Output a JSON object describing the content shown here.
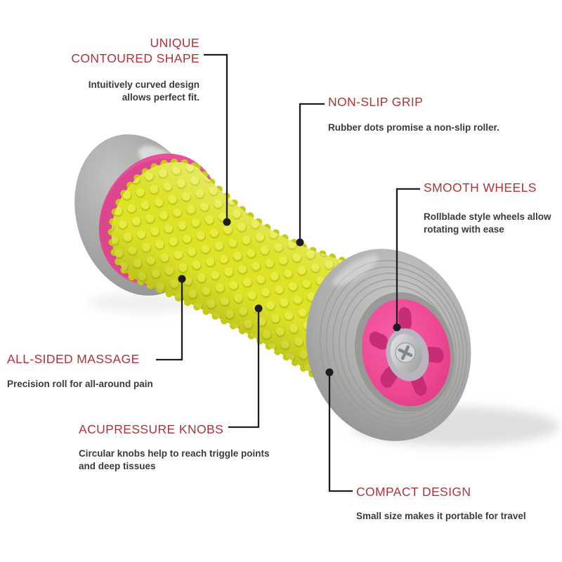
{
  "colors": {
    "heading_red": "#b13238",
    "text_gray": "#3b3b3b",
    "line_black": "#1d1d1d",
    "roller_yellow": "#dce226",
    "knob_light": "#e7ec43",
    "knob_dark": "#c3ca16",
    "ring_pink": "#e9509b",
    "hub_pink": "#ee4691",
    "bg": "#ffffff"
  },
  "illustration": {
    "subject_parts": [
      "left-wheel",
      "pink-ring",
      "spiky-roller",
      "right-wheel",
      "pink-hub",
      "bearing-screw"
    ]
  },
  "callouts": [
    {
      "title_lines": [
        "UNIQUE",
        "CONTOURED SHAPE"
      ],
      "desc_lines": [
        "Intuitively curved design",
        "allows perfect fit."
      ]
    },
    {
      "title_lines": [
        "NON-SLIP GRIP"
      ],
      "desc_lines": [
        "Rubber dots promise a non-slip roller."
      ]
    },
    {
      "title_lines": [
        "SMOOTH WHEELS"
      ],
      "desc_lines": [
        "Rollblade style wheels allow",
        "rotating with ease"
      ]
    },
    {
      "title_lines": [
        "ALL-SIDED MASSAGE"
      ],
      "desc_lines": [
        "Precision roll for all-around pain"
      ]
    },
    {
      "title_lines": [
        "ACUPRESSURE KNOBS"
      ],
      "desc_lines": [
        "Circular knobs help to reach triggle points",
        "and deep tissues"
      ]
    },
    {
      "title_lines": [
        "COMPACT DESIGN"
      ],
      "desc_lines": [
        "Small size makes it portable for travel"
      ]
    }
  ]
}
